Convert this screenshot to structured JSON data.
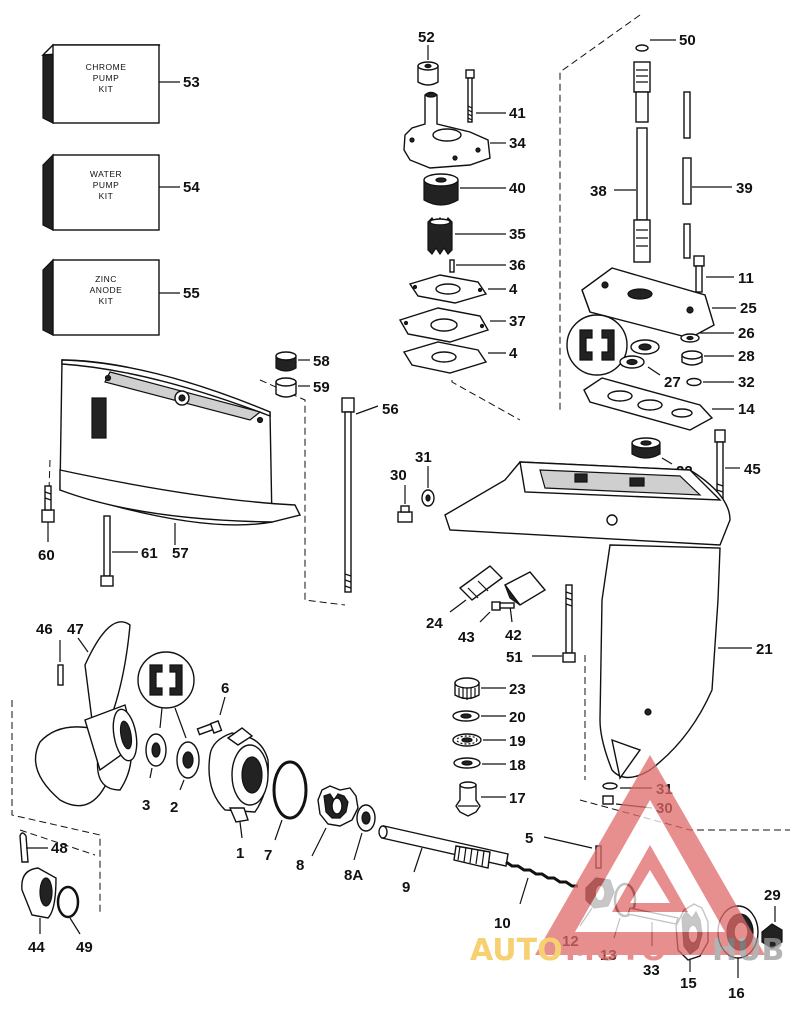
{
  "kits": [
    {
      "id": "53",
      "lines": [
        "CHROME",
        "PUMP",
        "KIT"
      ]
    },
    {
      "id": "54",
      "lines": [
        "WATER",
        "PUMP",
        "KIT"
      ]
    },
    {
      "id": "55",
      "lines": [
        "ZINC",
        "ANODE",
        "KIT"
      ]
    }
  ],
  "callouts": {
    "c1": "1",
    "c2": "2",
    "c3": "3",
    "c4a": "4",
    "c4b": "4",
    "c5": "5",
    "c6": "6",
    "c7": "7",
    "c8": "8",
    "c8a": "8A",
    "c9": "9",
    "c10": "10",
    "c11": "11",
    "c12": "12",
    "c13": "13",
    "c14": "14",
    "c15": "15",
    "c16": "16",
    "c17": "17",
    "c18": "18",
    "c19": "19",
    "c20": "20",
    "c21": "21",
    "c22": "22",
    "c23": "23",
    "c24": "24",
    "c25": "25",
    "c26": "26",
    "c27": "27",
    "c28": "28",
    "c29": "29",
    "c30a": "30",
    "c30b": "30",
    "c31a": "31",
    "c31b": "31",
    "c32": "32",
    "c33": "33",
    "c34": "34",
    "c35": "35",
    "c36": "36",
    "c37": "37",
    "c38": "38",
    "c39": "39",
    "c40": "40",
    "c41": "41",
    "c42": "42",
    "c43": "43",
    "c44": "44",
    "c45": "45",
    "c46": "46",
    "c47": "47",
    "c48": "48",
    "c49": "49",
    "c50": "50",
    "c51": "51",
    "c52": "52",
    "c56": "56",
    "c57": "57",
    "c58": "58",
    "c59": "59",
    "c60": "60",
    "c61": "61"
  },
  "watermark": {
    "text_a": "AUTO",
    "text_b": "MOTO",
    "text_c": "HUB",
    "color_a": "#f5c242",
    "color_b": "#e06a6a",
    "color_c": "#9a9a9a"
  }
}
